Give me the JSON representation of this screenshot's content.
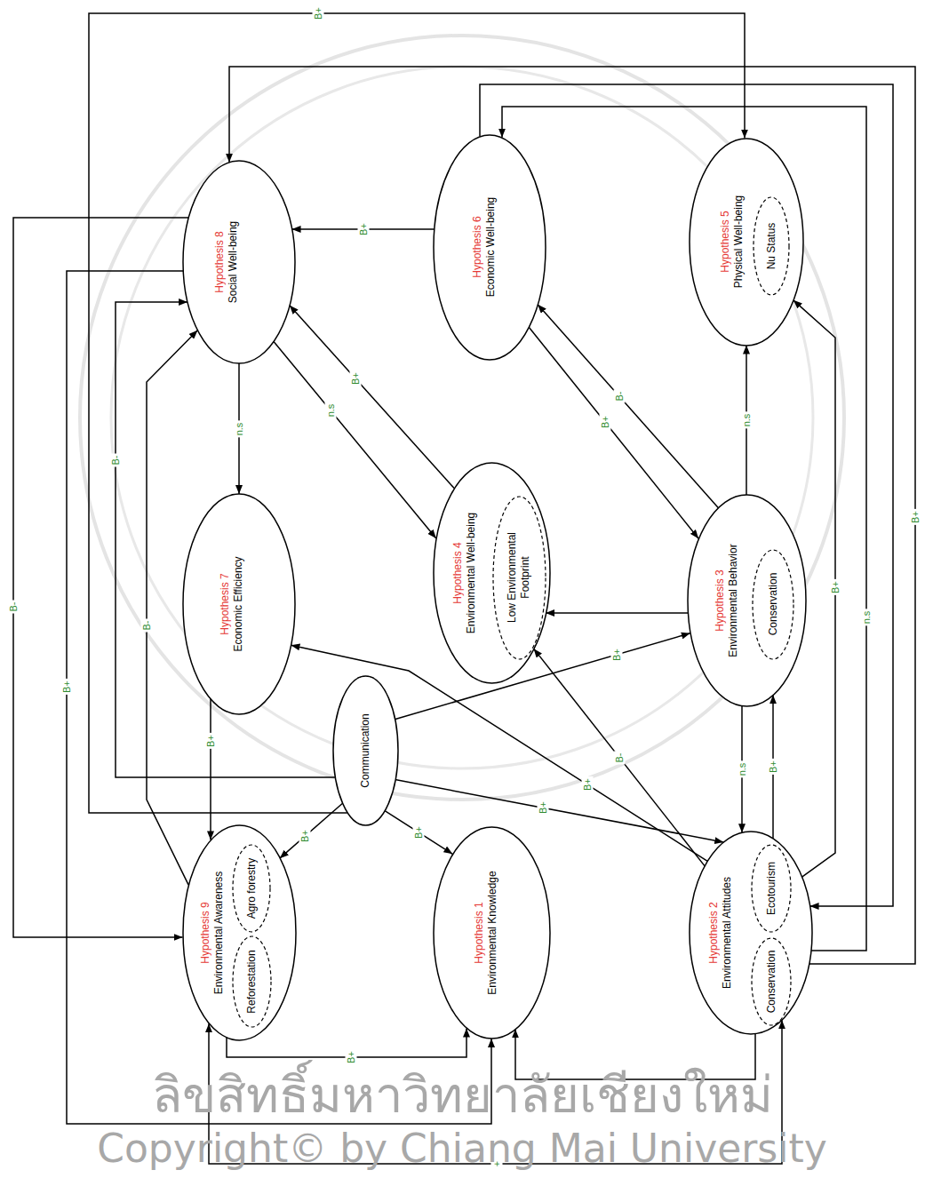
{
  "diagram": {
    "nodes": [
      {
        "text": [
          "Hypothesis 8",
          "Social Well-being"
        ]
      },
      {
        "text": [
          "Hypothesis 6",
          "Economic Well-being"
        ]
      },
      {
        "text": [
          "Hypothesis 5",
          "Physical Well-being"
        ]
      },
      {
        "text": [
          "Nu Status"
        ],
        "in": 2
      },
      {
        "text": [
          "Hypothesis 7",
          "Economic Efficiency"
        ]
      },
      {
        "text": [
          "Hypothesis 4",
          "Environmental Well-being"
        ]
      },
      {
        "text": [
          "Low Environmental Footprint"
        ],
        "in": 5
      },
      {
        "text": [
          "Hypothesis 3",
          "Environmental Behavior"
        ]
      },
      {
        "text": [
          "Conservation"
        ],
        "in": 7
      },
      {
        "text": [
          "Communication"
        ]
      },
      {
        "text": [
          "Hypothesis 9",
          "Environmental Awareness"
        ]
      },
      {
        "text": [
          "Reforestation"
        ],
        "in": 10
      },
      {
        "text": [
          "Agro forestry"
        ],
        "in": 10
      },
      {
        "text": [
          "Hypothesis 1",
          "Environmental Knowledge"
        ]
      },
      {
        "text": [
          "Hypothesis 2",
          "Environmental Attitudes"
        ]
      },
      {
        "text": [
          "Conservation"
        ],
        "in": 14
      },
      {
        "text": [
          "Ecotourism"
        ],
        "in": 14
      }
    ],
    "edges": [
      {
        "from": 0,
        "to": 4,
        "label": "n.s",
        "arrow": "to"
      },
      {
        "from": 1,
        "to": 0,
        "label": "B+",
        "arrow": "to"
      },
      {
        "from": 0,
        "to": 5,
        "label": "n.s",
        "arrow": "to"
      },
      {
        "from": 5,
        "to": 0,
        "label": "B+",
        "arrow": "to"
      },
      {
        "from": 1,
        "to": 7,
        "label": "B+",
        "arrow": "to"
      },
      {
        "from": 7,
        "to": 1,
        "label": "B-",
        "arrow": "to"
      },
      {
        "from": 7,
        "to": 2,
        "label": "n.s",
        "arrow": "to"
      },
      {
        "from": 7,
        "to": 5,
        "arrow": "to"
      },
      {
        "from": 7,
        "to": 14,
        "label": "n.s",
        "arrow": "to"
      },
      {
        "from": 14,
        "to": 7,
        "label": "B+",
        "arrow": "to"
      },
      {
        "from": 14,
        "to": 5,
        "label": "B-",
        "arrow": "to"
      },
      {
        "from": 14,
        "to": 4,
        "label": "B+",
        "arrow": "to"
      },
      {
        "from": 9,
        "to": 7,
        "label": "B+",
        "arrow": "to"
      },
      {
        "from": 9,
        "to": 14,
        "label": "B+",
        "arrow": "to"
      },
      {
        "from": 9,
        "to": 13,
        "label": "B+",
        "arrow": "to"
      },
      {
        "from": 9,
        "to": 10,
        "label": "B+",
        "arrow": "to"
      },
      {
        "from": 4,
        "to": 10,
        "label": "B+",
        "arrow": "to"
      },
      {
        "from": 9,
        "to": 0,
        "label": "B-",
        "arrow": "to"
      },
      {
        "from": 10,
        "to": 0,
        "label": "B-",
        "arrow": "to"
      },
      {
        "from": 0,
        "to": 10,
        "label": "B-",
        "arrow": "to"
      },
      {
        "from": 9,
        "to": 2,
        "label": "B+",
        "arrow": "to"
      },
      {
        "from": 14,
        "to": 0,
        "label": "B+",
        "arrow": "to"
      },
      {
        "from": 1,
        "to": 14,
        "arrow": "to"
      },
      {
        "from": 14,
        "to": 1,
        "label": "n.s",
        "arrow": "to"
      },
      {
        "from": 14,
        "to": 2,
        "label": "B+",
        "arrow": "to"
      },
      {
        "from": 10,
        "to": 13,
        "label": "B+",
        "arrow": "to"
      },
      {
        "from": 14,
        "to": 13,
        "arrow": "to"
      },
      {
        "from": 10,
        "to": 14,
        "label": "+",
        "arrow": "both"
      },
      {
        "from": 0,
        "to": 13,
        "label": "B+",
        "arrow": "to"
      }
    ],
    "labels": [
      "ลิขสิทธิ์มหาวิทยาลัยเชียงใหม่",
      "Copyright© by Chiang Mai University"
    ]
  }
}
